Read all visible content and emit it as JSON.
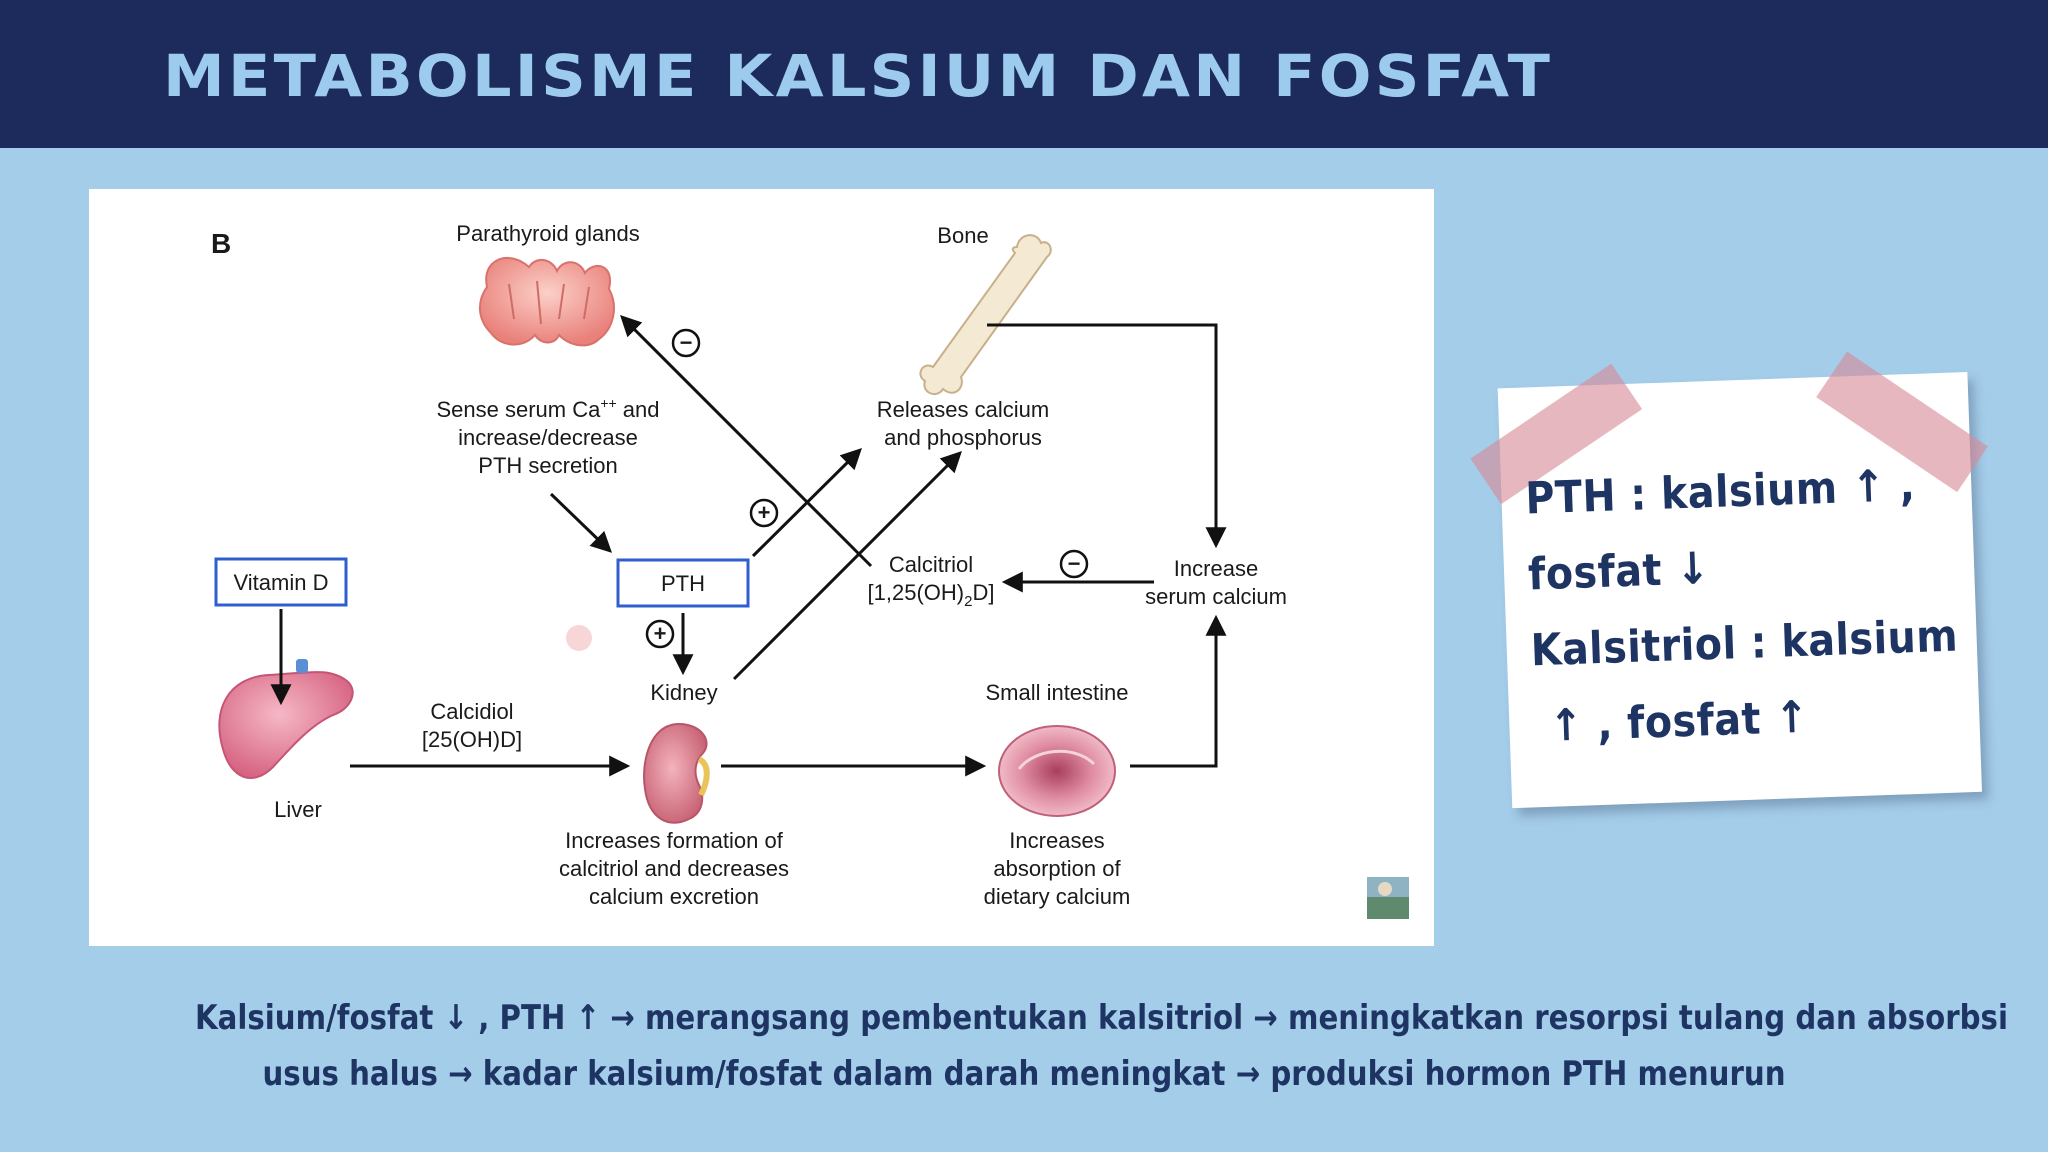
{
  "header": {
    "title": "METABOLISME KALSIUM DAN FOSFAT"
  },
  "diagram": {
    "panel_letter": "B",
    "parathyroid": {
      "title": "Parathyroid glands",
      "desc_line1": "Sense serum Ca",
      "desc_sup": "++",
      "desc_line1_end": " and",
      "desc_line2": "increase/decrease",
      "desc_line3": "PTH secretion"
    },
    "bone": {
      "title": "Bone",
      "desc_line1": "Releases calcium",
      "desc_line2": "and phosphorus"
    },
    "vitamin_d": "Vitamin D",
    "pth": "PTH",
    "liver": "Liver",
    "calcidiol": {
      "line1": "Calcidiol",
      "line2": "[25(OH)D]"
    },
    "kidney": {
      "title": "Kidney",
      "desc_line1": "Increases formation of",
      "desc_line2": "calcitriol and decreases",
      "desc_line3": "calcium excretion"
    },
    "calcitriol": {
      "line1": "Calcitriol",
      "line2": "[1,25(OH)",
      "line2_sub": "2",
      "line2_end": "D]"
    },
    "serum_calcium": {
      "line1": "Increase",
      "line2": "serum calcium"
    },
    "small_intestine": {
      "title": "Small intestine",
      "desc_line1": "Increases",
      "desc_line2": "absorption of",
      "desc_line3": "dietary calcium"
    },
    "minus_sign": "−",
    "plus_sign": "+"
  },
  "note": {
    "line1": "PTH  :  kalsium  ↑ ,",
    "line2": "fosfat ↓",
    "line3": "Kalsitriol  :  kalsium",
    "line4": "↑ , fosfat ↑"
  },
  "caption": {
    "line1": "Kalsium/fosfat ↓ , PTH ↑ → merangsang pembentukan kalsitriol → meningkatkan resorpsi tulang dan absorbsi",
    "line2": "usus halus → kadar kalsium/fosfat dalam darah meningkat → produksi hormon PTH menurun"
  },
  "colors": {
    "header_bg": "#1c2b5c",
    "title": "#9dcbee",
    "page_bg": "#a4cdea",
    "box_border": "#2f5fcf",
    "note_text": "#1e3463"
  }
}
